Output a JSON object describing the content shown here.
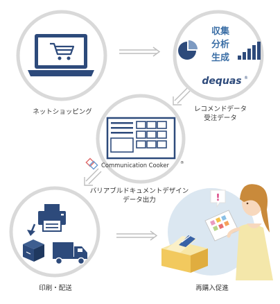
{
  "colors": {
    "navy": "#2d4a7b",
    "circle_ring": "#d9d9d9",
    "arrow_gray": "#bdbdbd",
    "pale_blue": "#dbe7f1"
  },
  "shopping": {
    "label": "ネットショッピング",
    "icon": "laptop-cart-icon"
  },
  "analytics": {
    "lines": [
      "収集",
      "分析",
      "生成"
    ],
    "logo": "dequas",
    "logo_mark": "®",
    "label_line1": "レコメンドデータ",
    "label_line2": "受注データ"
  },
  "cooker": {
    "product": "Communication Cooker",
    "product_mark": "®",
    "label_line1": "バリアブルドキュメントデザイン",
    "label_line2": "データ出力"
  },
  "print": {
    "label": "印刷・配送",
    "icons": [
      "printer-icon",
      "arrow-down-left-icon",
      "box-icon",
      "truck-icon"
    ]
  },
  "repurchase": {
    "label": "再購入促進",
    "callout": "!"
  }
}
